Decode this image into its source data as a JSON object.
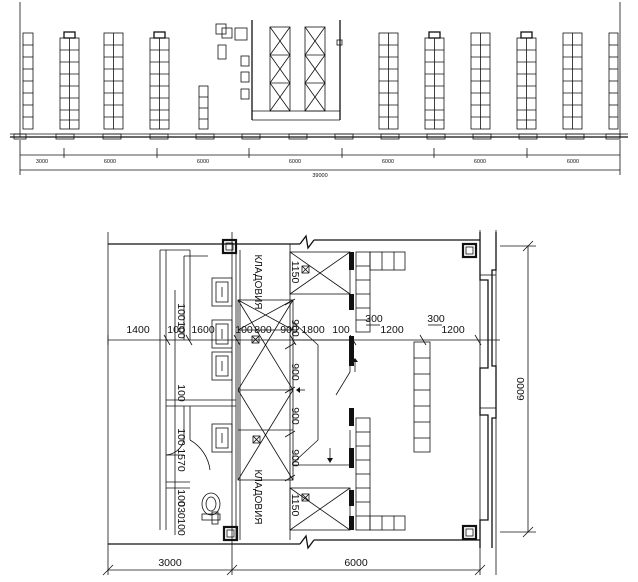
{
  "elevation": {
    "segments": [
      "3000",
      "6000",
      "6000",
      "6000",
      "6000",
      "6000",
      "6000"
    ],
    "total": "39000"
  },
  "plan": {
    "bottom_dims": [
      "3000",
      "6000"
    ],
    "right_dim": "6000",
    "horizontal_dims": [
      "1400",
      "100",
      "1600",
      "100",
      "800",
      "900",
      "1800",
      "100",
      "1200",
      "1200"
    ],
    "small_dims": {
      "d300a": "300",
      "d300b": "300",
      "d100a": "100",
      "d100b": "100",
      "d100c": "100",
      "d100d": "100",
      "d1570": "1570",
      "d100e": "100",
      "d030": "030",
      "d100f": "100",
      "d1150a": "1150",
      "d1150b": "1150",
      "d900a": "900",
      "d900b": "900",
      "d900c": "900",
      "d900d": "900"
    },
    "room_labels": {
      "top": "КЛАДОВИЯ",
      "bottom": "КЛАДОВИЯ"
    }
  }
}
